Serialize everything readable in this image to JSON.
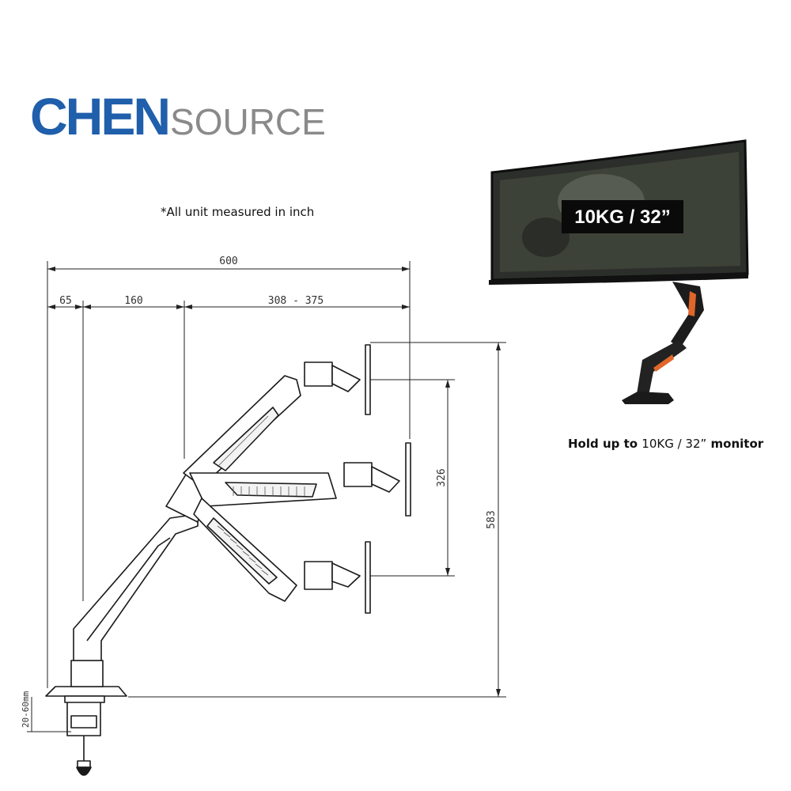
{
  "logo": {
    "part1": "CHEN",
    "part2": "SOURCE"
  },
  "note": "*All unit measured in inch",
  "monitor_badge": "10KG / 32”",
  "caption": {
    "prefix": "Hold up to ",
    "value": "10KG / 32”",
    "suffix": " monitor"
  },
  "dimensions": {
    "total_width": "600",
    "seg1": "65",
    "seg2": "160",
    "seg3": "308 - 375",
    "height_total": "583",
    "height_range": "326",
    "clamp_range": "20-60mm"
  },
  "colors": {
    "logo_blue": "#1f5fab",
    "logo_grey": "#8a8a8a",
    "arm_accent": "#e0662a"
  }
}
